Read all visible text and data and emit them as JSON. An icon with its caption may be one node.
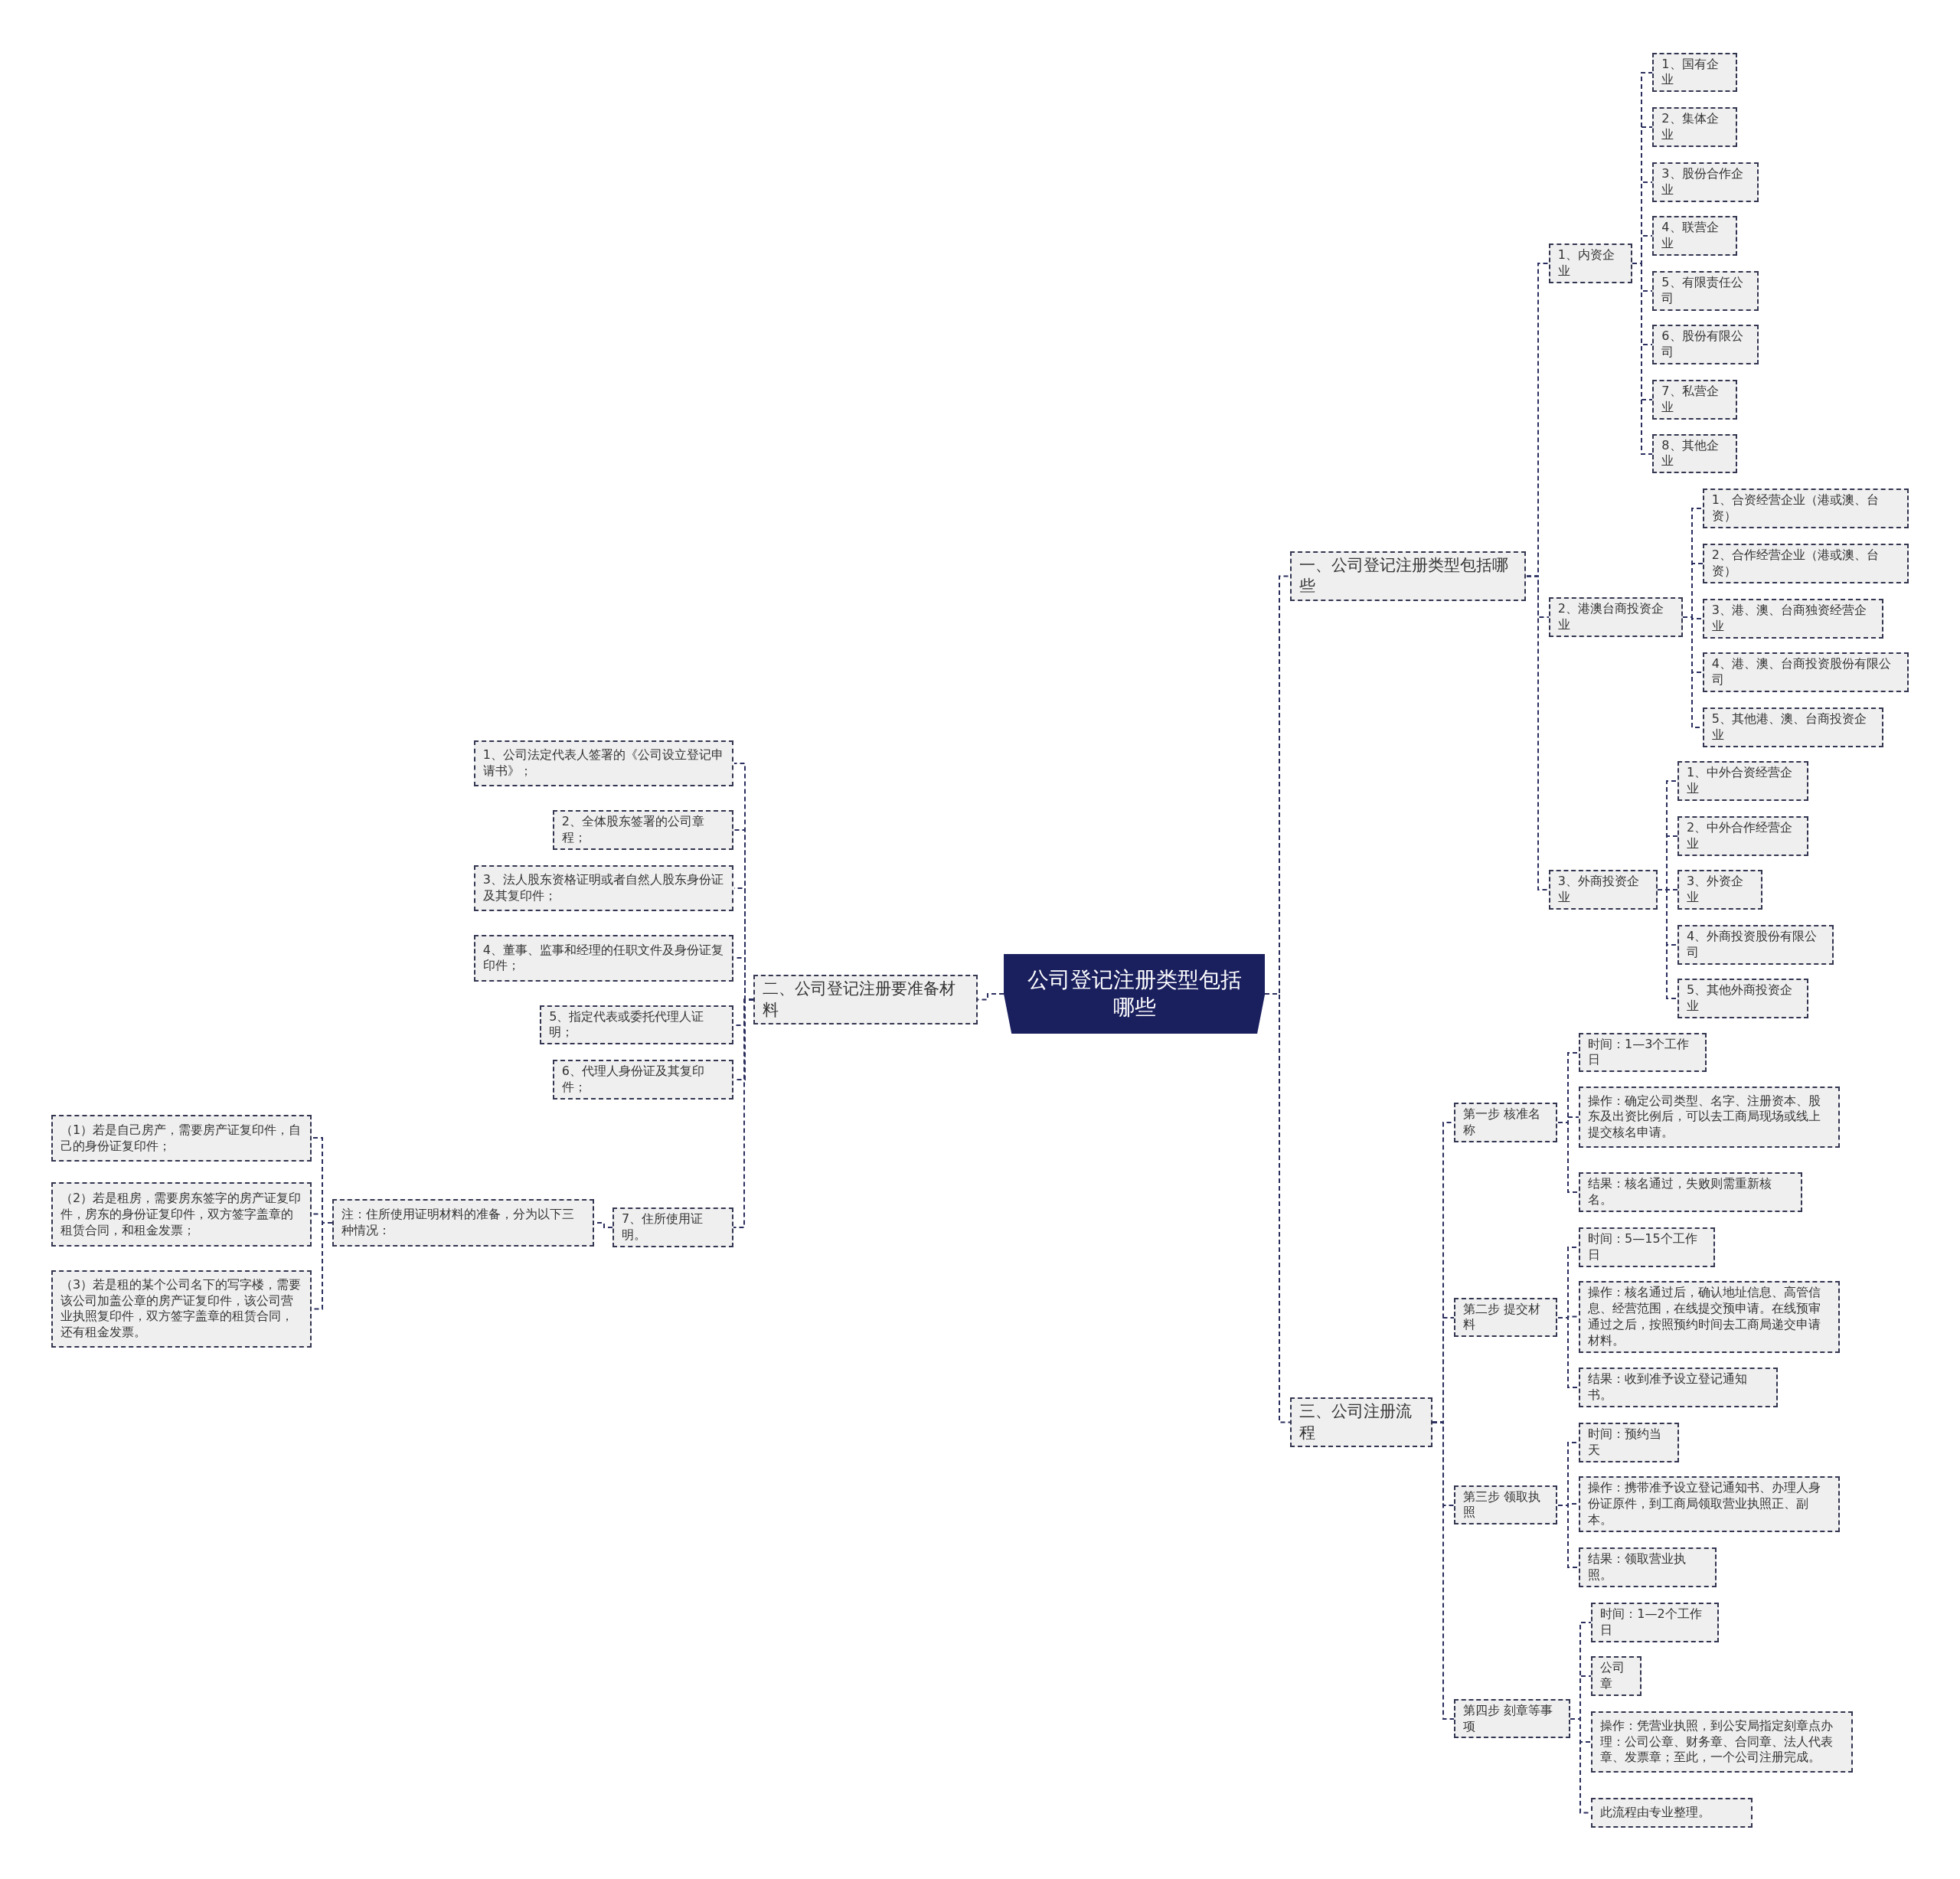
{
  "diagram": {
    "nodes": [
      {
        "text": [
          "公司登记注册类型包括哪些"
        ]
      },
      {
        "text": [
          "一、公司登记注册类型包括哪些"
        ]
      },
      {
        "text": [
          "1、内资企业"
        ]
      },
      {
        "text": [
          "1、国有企业"
        ]
      },
      {
        "text": [
          "2、集体企业"
        ]
      },
      {
        "text": [
          "3、股份合作企业"
        ]
      },
      {
        "text": [
          "4、联营企业"
        ]
      },
      {
        "text": [
          "5、有限责任公司"
        ]
      },
      {
        "text": [
          "6、股份有限公司"
        ]
      },
      {
        "text": [
          "7、私营企业"
        ]
      },
      {
        "text": [
          "8、其他企业"
        ]
      },
      {
        "text": [
          "2、港澳台商投资企业"
        ]
      },
      {
        "text": [
          "1、合资经营企业（港或澳、台资）"
        ]
      },
      {
        "text": [
          "2、合作经营企业（港或澳、台资）"
        ]
      },
      {
        "text": [
          "3、港、澳、台商独资经营企业"
        ]
      },
      {
        "text": [
          "4、港、澳、台商投资股份有限公司"
        ]
      },
      {
        "text": [
          "5、其他港、澳、台商投资企业"
        ]
      },
      {
        "text": [
          "3、外商投资企业"
        ]
      },
      {
        "text": [
          "1、中外合资经营企业"
        ]
      },
      {
        "text": [
          "2、中外合作经营企业"
        ]
      },
      {
        "text": [
          "3、外资企业"
        ]
      },
      {
        "text": [
          "4、外商投资股份有限公司"
        ]
      },
      {
        "text": [
          "5、其他外商投资企业"
        ]
      },
      {
        "text": [
          "二、公司登记注册要准备材料"
        ]
      },
      {
        "text": [
          "1、公司法定代表人签署的《公司设立登记申请书》；"
        ]
      },
      {
        "text": [
          "2、全体股东签署的公司章程；"
        ]
      },
      {
        "text": [
          "3、法人股东资格证明或者自然人股东身份证及其复印件；"
        ]
      },
      {
        "text": [
          "4、董事、监事和经理的任职文件及身份证复印件；"
        ]
      },
      {
        "text": [
          "5、指定代表或委托代理人证明；"
        ]
      },
      {
        "text": [
          "6、代理人身份证及其复印件；"
        ]
      },
      {
        "text": [
          "7、住所使用证明。"
        ]
      },
      {
        "text": [
          "注：住所使用证明材料的准备，分为以下三种情况："
        ]
      },
      {
        "text": [
          "（1）若是自己房产，需要房产证复印件，自己的身份证复印件；"
        ]
      },
      {
        "text": [
          "（2）若是租房，需要房东签字的房产证复印件，房东的身份证复印件，双方签字盖章的租赁合同，和租金发票；"
        ]
      },
      {
        "text": [
          "（3）若是租的某个公司名下的写字楼，需要该公司加盖公章的房产证复印件，该公司营业执照复印件，双方签字盖章的租赁合同，还有租金发票。"
        ]
      },
      {
        "text": [
          "三、公司注册流程"
        ]
      },
      {
        "text": [
          "第一步 核准名称"
        ]
      },
      {
        "text": [
          "时间：1—3个工作日"
        ]
      },
      {
        "text": [
          "操作：确定公司类型、名字、注册资本、股东及出资比例后，可以去工商局现场或线上提交核名申请。"
        ]
      },
      {
        "text": [
          "结果：核名通过，失败则需重新核名。"
        ]
      },
      {
        "text": [
          "第二步 提交材料"
        ]
      },
      {
        "text": [
          "时间：5—15个工作日"
        ]
      },
      {
        "text": [
          "操作：核名通过后，确认地址信息、高管信息、经营范围，在线提交预申请。在线预审通过之后，按照预约时间去工商局递交申请材料。"
        ]
      },
      {
        "text": [
          "结果：收到准予设立登记通知书。"
        ]
      },
      {
        "text": [
          "第三步 领取执照"
        ]
      },
      {
        "text": [
          "时间：预约当天"
        ]
      },
      {
        "text": [
          "操作：携带准予设立登记通知书、办理人身份证原件，到工商局领取营业执照正、副本。"
        ]
      },
      {
        "text": [
          "结果：领取营业执照。"
        ]
      },
      {
        "text": [
          "第四步 刻章等事项"
        ]
      },
      {
        "text": [
          "时间：1—2个工作日"
        ]
      },
      {
        "text": [
          "公司章"
        ]
      },
      {
        "text": [
          "操作：凭营业执照，到公安局指定刻章点办理：公司公章、财务章、合同章、法人代表章、发票章；至此，一个公司注册完成。"
        ]
      },
      {
        "text": [
          "此流程由专业整理。"
        ]
      }
    ],
    "edges": [
      {
        "from": 0,
        "to": 1,
        "arrow": "none"
      },
      {
        "from": 1,
        "to": 2,
        "arrow": "none"
      },
      {
        "from": 2,
        "to": 3,
        "arrow": "none"
      },
      {
        "from": 2,
        "to": 4,
        "arrow": "none"
      },
      {
        "from": 2,
        "to": 5,
        "arrow": "none"
      },
      {
        "from": 2,
        "to": 6,
        "arrow": "none"
      },
      {
        "from": 2,
        "to": 7,
        "arrow": "none"
      },
      {
        "from": 2,
        "to": 8,
        "arrow": "none"
      },
      {
        "from": 2,
        "to": 9,
        "arrow": "none"
      },
      {
        "from": 2,
        "to": 10,
        "arrow": "none"
      },
      {
        "from": 1,
        "to": 11,
        "arrow": "none"
      },
      {
        "from": 11,
        "to": 12,
        "arrow": "none"
      },
      {
        "from": 11,
        "to": 13,
        "arrow": "none"
      },
      {
        "from": 11,
        "to": 14,
        "arrow": "none"
      },
      {
        "from": 11,
        "to": 15,
        "arrow": "none"
      },
      {
        "from": 11,
        "to": 16,
        "arrow": "none"
      },
      {
        "from": 1,
        "to": 17,
        "arrow": "none"
      },
      {
        "from": 17,
        "to": 18,
        "arrow": "none"
      },
      {
        "from": 17,
        "to": 19,
        "arrow": "none"
      },
      {
        "from": 17,
        "to": 20,
        "arrow": "none"
      },
      {
        "from": 17,
        "to": 21,
        "arrow": "none"
      },
      {
        "from": 17,
        "to": 22,
        "arrow": "none"
      },
      {
        "from": 0,
        "to": 23,
        "arrow": "none"
      },
      {
        "from": 23,
        "to": 24,
        "arrow": "none"
      },
      {
        "from": 23,
        "to": 25,
        "arrow": "none"
      },
      {
        "from": 23,
        "to": 26,
        "arrow": "none"
      },
      {
        "from": 23,
        "to": 27,
        "arrow": "none"
      },
      {
        "from": 23,
        "to": 28,
        "arrow": "none"
      },
      {
        "from": 23,
        "to": 29,
        "arrow": "none"
      },
      {
        "from": 23,
        "to": 30,
        "arrow": "none"
      },
      {
        "from": 30,
        "to": 31,
        "arrow": "none"
      },
      {
        "from": 31,
        "to": 32,
        "arrow": "none"
      },
      {
        "from": 31,
        "to": 33,
        "arrow": "none"
      },
      {
        "from": 31,
        "to": 34,
        "arrow": "none"
      },
      {
        "from": 0,
        "to": 35,
        "arrow": "none"
      },
      {
        "from": 35,
        "to": 36,
        "arrow": "none"
      },
      {
        "from": 36,
        "to": 37,
        "arrow": "none"
      },
      {
        "from": 36,
        "to": 38,
        "arrow": "none"
      },
      {
        "from": 36,
        "to": 39,
        "arrow": "none"
      },
      {
        "from": 35,
        "to": 40,
        "arrow": "none"
      },
      {
        "from": 40,
        "to": 41,
        "arrow": "none"
      },
      {
        "from": 40,
        "to": 42,
        "arrow": "none"
      },
      {
        "from": 40,
        "to": 43,
        "arrow": "none"
      },
      {
        "from": 35,
        "to": 44,
        "arrow": "none"
      },
      {
        "from": 44,
        "to": 45,
        "arrow": "none"
      },
      {
        "from": 44,
        "to": 46,
        "arrow": "none"
      },
      {
        "from": 44,
        "to": 47,
        "arrow": "none"
      },
      {
        "from": 35,
        "to": 48,
        "arrow": "none"
      },
      {
        "from": 48,
        "to": 49,
        "arrow": "none"
      },
      {
        "from": 48,
        "to": 50,
        "arrow": "none"
      },
      {
        "from": 48,
        "to": 51,
        "arrow": "none"
      },
      {
        "from": 48,
        "to": 52,
        "arrow": "none"
      }
    ]
  }
}
